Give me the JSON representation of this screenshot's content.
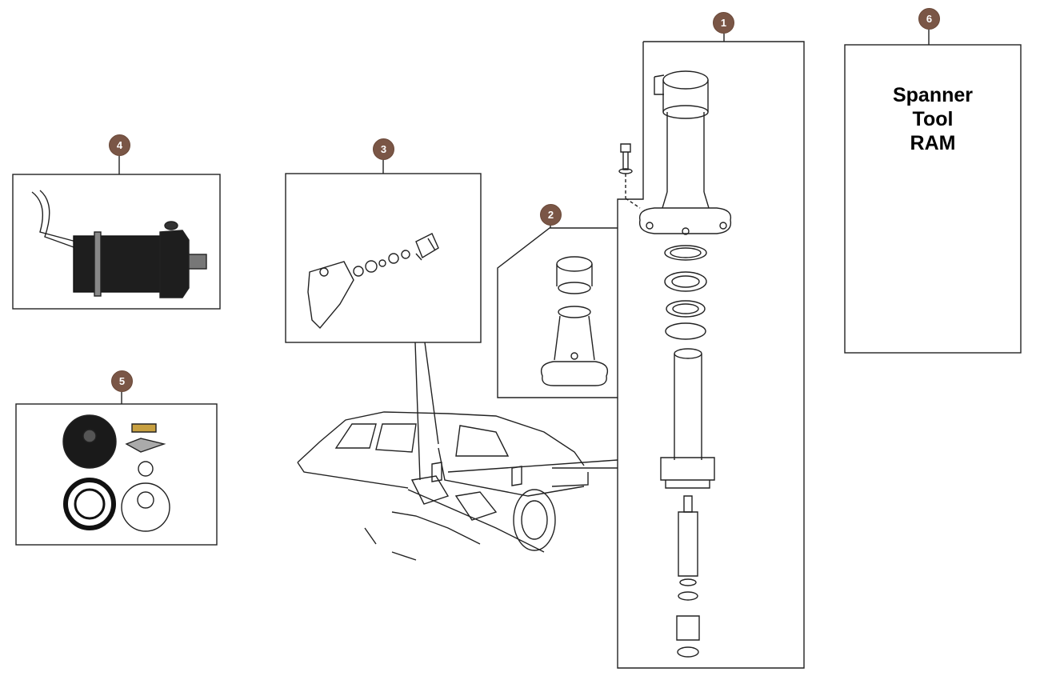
{
  "callouts": [
    {
      "number": "1"
    },
    {
      "number": "2"
    },
    {
      "number": "3"
    },
    {
      "number": "4"
    },
    {
      "number": "5"
    },
    {
      "number": "6"
    }
  ],
  "tool_box": {
    "line1": "Spanner",
    "line2": "Tool",
    "line3": "RAM"
  },
  "colors": {
    "badge": "#7a5646",
    "line": "#222222"
  }
}
